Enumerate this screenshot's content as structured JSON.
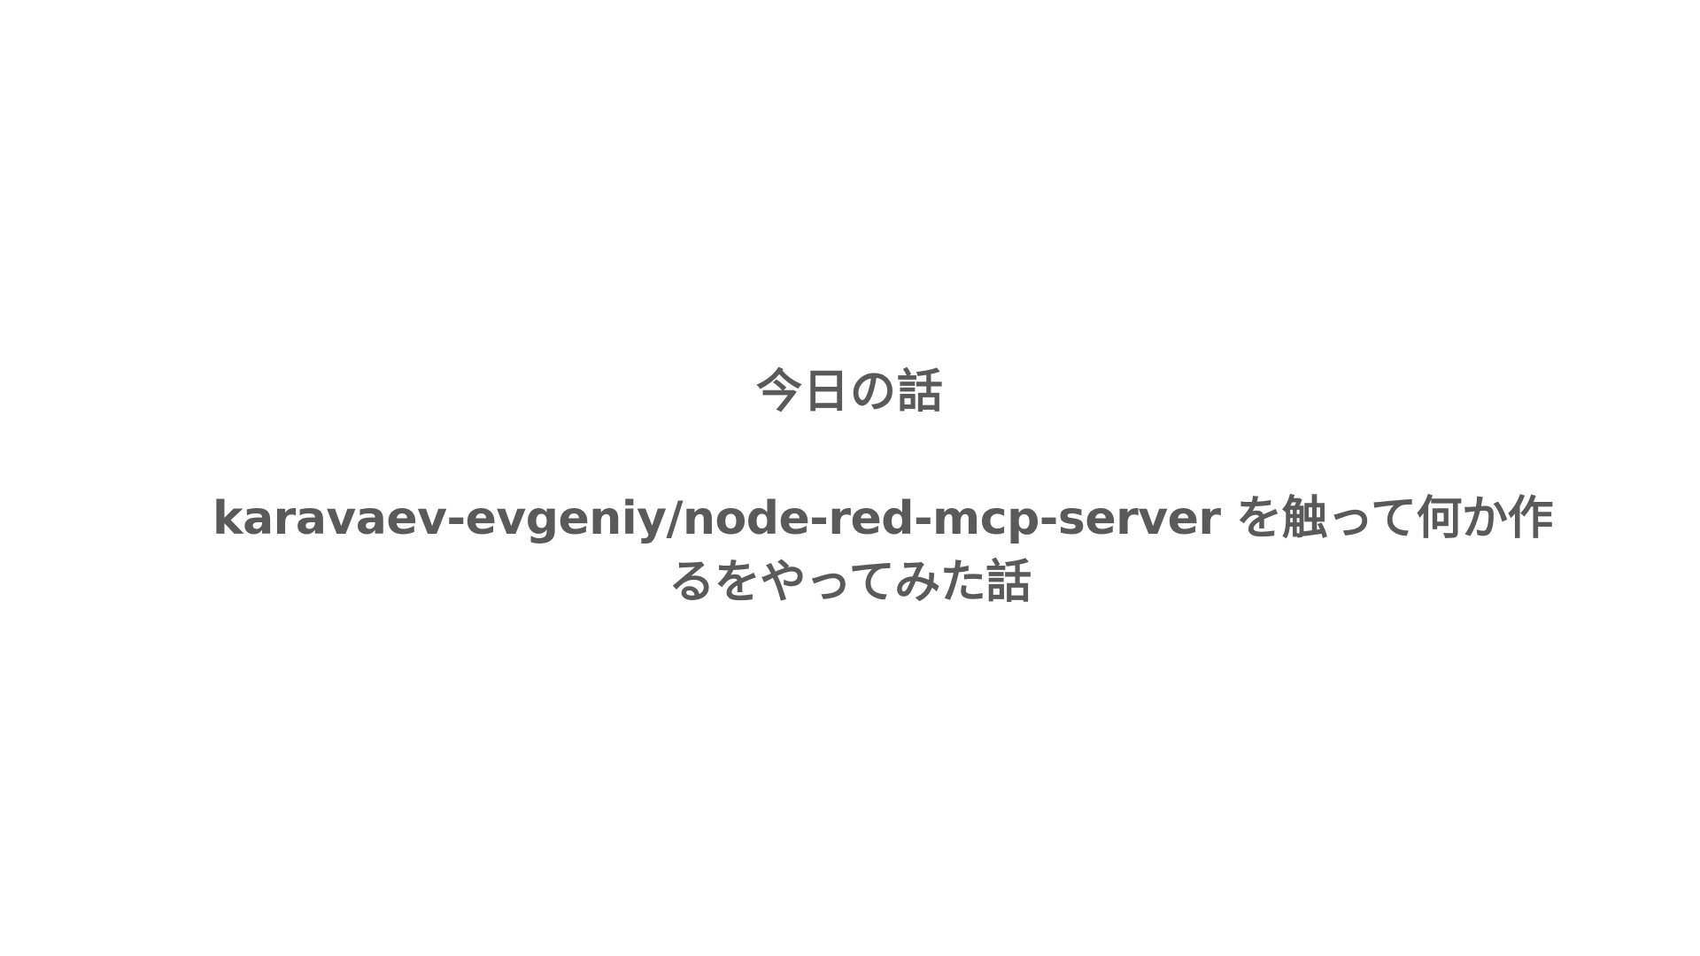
{
  "slide": {
    "heading": "今日の話",
    "body_lines": [
      "karavaev-evgeniy/node-red-mcp-server を触って何か作",
      "るをやってみた話"
    ]
  },
  "colors": {
    "background": "#ffffff",
    "text": "#5a5a5a"
  }
}
